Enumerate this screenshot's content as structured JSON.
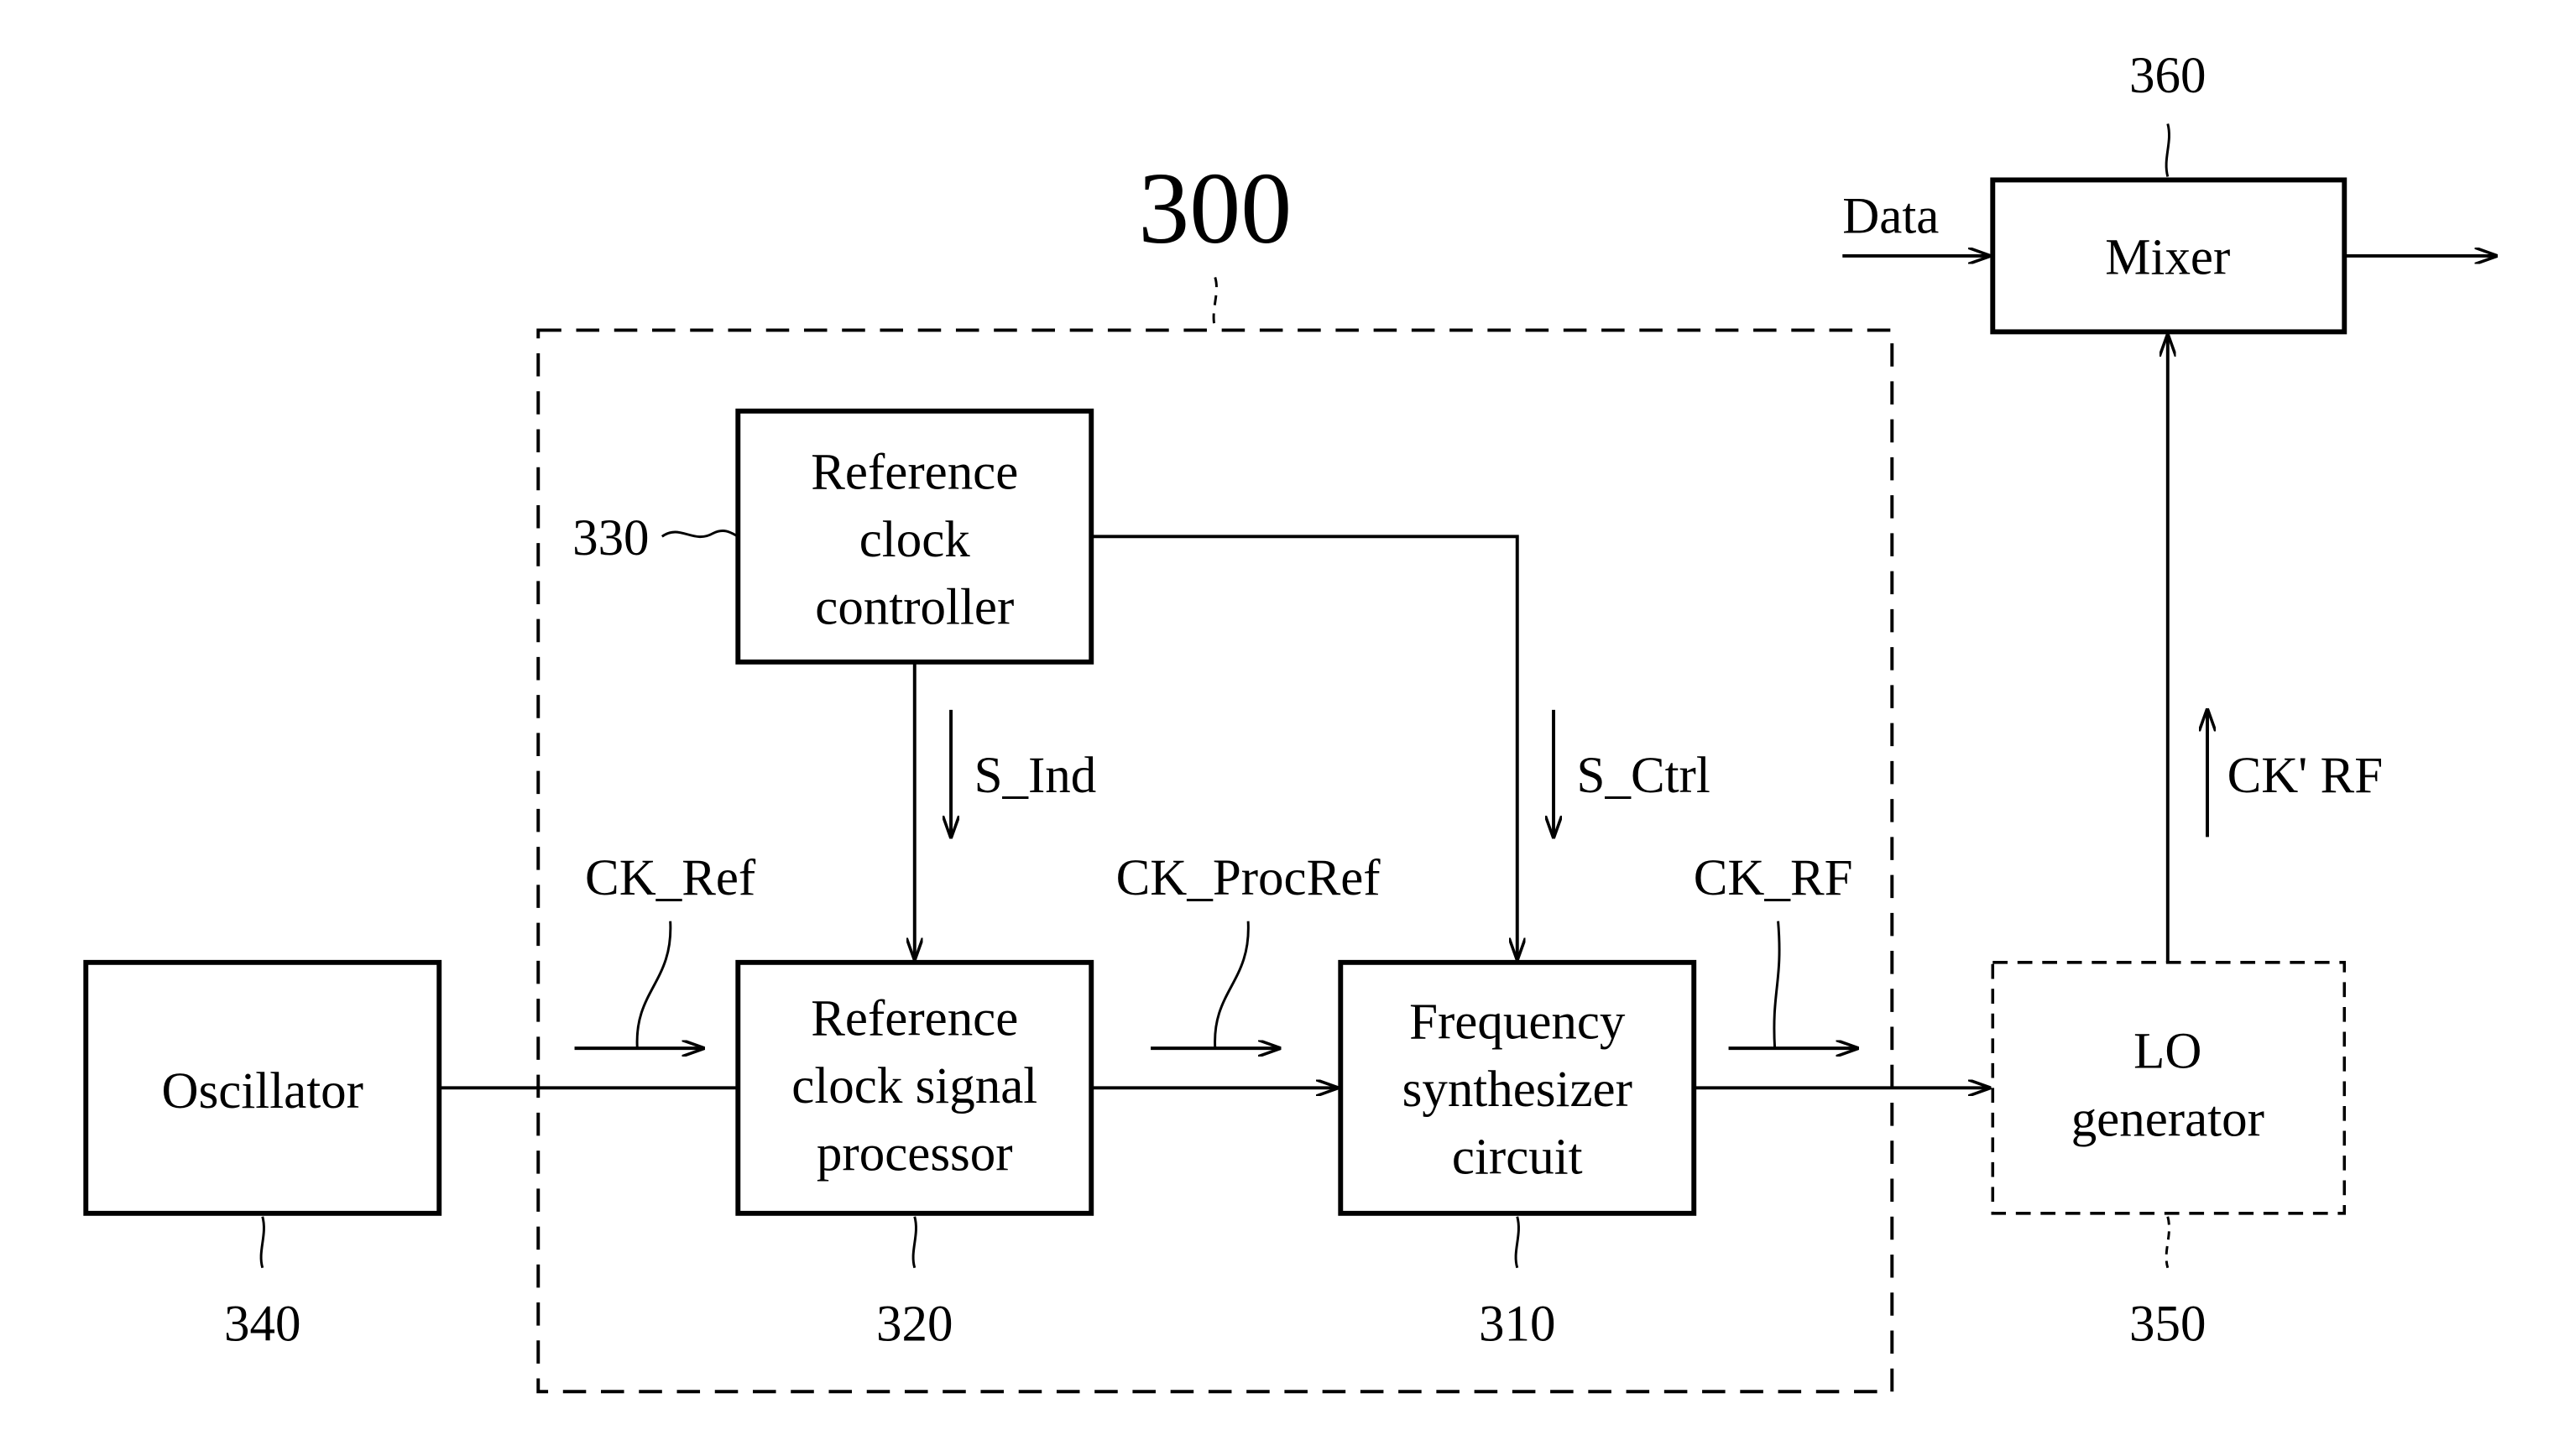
{
  "blocks": {
    "oscillator": {
      "label": [
        "Oscillator"
      ],
      "ref": "340"
    },
    "ref_clock_signal_processor": {
      "label": [
        "Reference",
        "clock signal",
        "processor"
      ],
      "ref": "320"
    },
    "ref_clock_controller": {
      "label": [
        "Reference",
        "clock",
        "controller"
      ],
      "ref": "330"
    },
    "freq_synth": {
      "label": [
        "Frequency",
        "synthesizer",
        "circuit"
      ],
      "ref": "310"
    },
    "lo_generator": {
      "label": [
        "LO",
        "generator"
      ],
      "ref": "350"
    },
    "mixer": {
      "label": [
        "Mixer"
      ],
      "ref": "360"
    },
    "group": {
      "ref": "300"
    }
  },
  "signals": {
    "ck_ref": "CK_Ref",
    "ck_procref": "CK_ProcRef",
    "ck_rf": "CK_RF",
    "ck_prime_rf": "CK' RF",
    "s_ind": "S_Ind",
    "s_ctrl": "S_Ctrl",
    "data": "Data"
  },
  "colors": {
    "line": "#000000",
    "background": "#ffffff"
  }
}
